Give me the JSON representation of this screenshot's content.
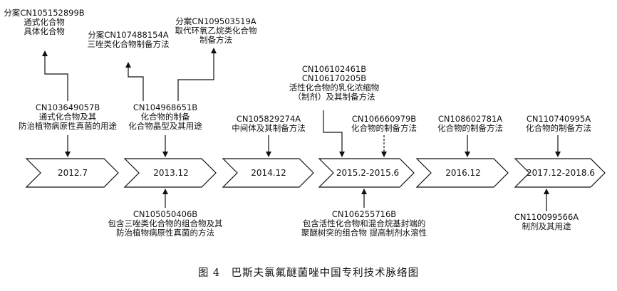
{
  "timeline": [
    {
      "label": "2012.7"
    },
    {
      "label": "2013.12"
    },
    {
      "label": "2014.12"
    },
    {
      "label": "2015.2-2015.6"
    },
    {
      "label": "2016.12"
    },
    {
      "label": "2017.12-2018.6"
    }
  ],
  "patents_above": [
    {
      "id": "CN103649057B",
      "text": [
        "通式化合物及其",
        "防治植物病原性真菌的用途"
      ]
    },
    {
      "id": "CN104968651B",
      "text": [
        "化合物的制备",
        "化合物晶型及其用途"
      ]
    },
    {
      "id": "CN105829274A",
      "text": [
        "中间体及其制备方法"
      ]
    },
    {
      "id": "CN106660979B",
      "text": [
        "化合物的制备方法"
      ]
    },
    {
      "id": "CN108602781A",
      "text": [
        "化合物的制备方法"
      ]
    },
    {
      "id": "CN110740995A",
      "text": [
        "化合物的制备方法"
      ]
    }
  ],
  "divisional_patents": [
    {
      "prefix": "分案",
      "id": "CN105152899B",
      "text": [
        "通式化合物",
        "具体化合物"
      ]
    },
    {
      "prefix": "分案",
      "id": "CN107488154A",
      "text": [
        "三唑类化合物制备方法"
      ]
    },
    {
      "prefix": "分案",
      "id": "CN109503519A",
      "text": [
        "取代环氧乙烷类化合物",
        "制备方法"
      ]
    }
  ],
  "upper_cluster": {
    "ids": [
      "CN106102461B",
      "CN106170205B"
    ],
    "text": [
      "活性化合物的乳化浓缩物",
      "（制剂）及其制备方法"
    ]
  },
  "patents_below": [
    {
      "id": "CN105050406B",
      "text": [
        "包含三唑类化合物的组合物及其",
        "防治植物病原性真菌的方法"
      ]
    },
    {
      "id": "CN106255716B",
      "text": [
        "包含活性化合物和混合烷基封端的",
        "聚醚树突的组合物 提高制剂水溶性"
      ]
    },
    {
      "id": "CN110099566A",
      "text": [
        "制剂及其用途"
      ]
    }
  ],
  "caption": "图 4　巴斯夫氯氟醚菌唑中国专利技术脉络图"
}
